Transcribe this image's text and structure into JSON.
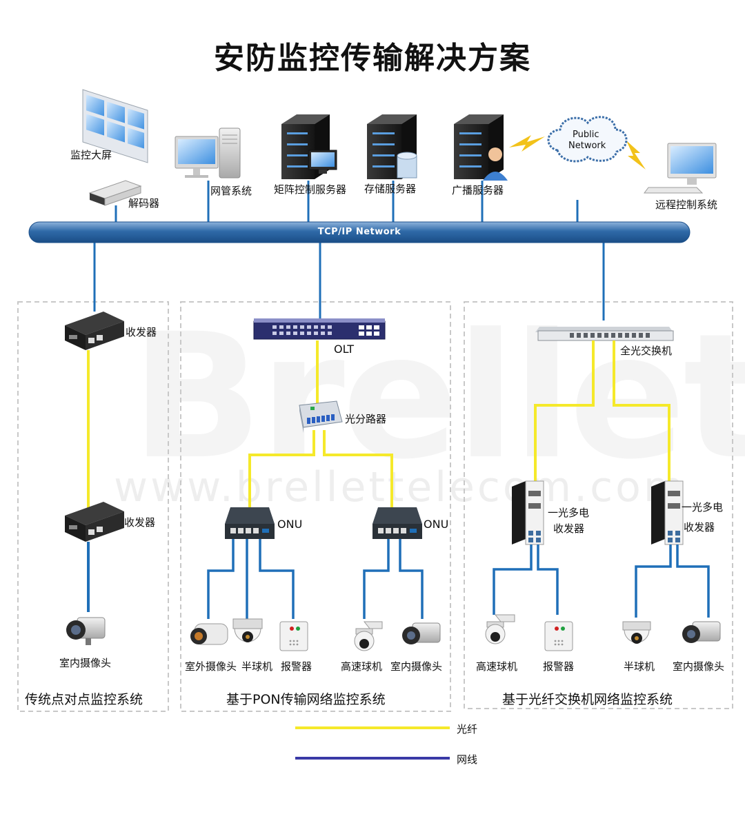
{
  "title": "安防监控传输解决方案",
  "watermark": {
    "logo": "Brellet",
    "url": "www.brellettelecom.com"
  },
  "network": {
    "label": "TCP/IP Network",
    "cloud": [
      "Public",
      "Network"
    ]
  },
  "top_devices": {
    "screen": "监控大屏",
    "decoder": "解码器",
    "nms": "网管系统",
    "matrix": "矩阵控制服务器",
    "storage": "存储服务器",
    "broadcast": "广播服务器",
    "remote": "远程控制系统"
  },
  "sections": {
    "p2p": {
      "title": "传统点对点监控系统",
      "transceiver_top": "收发器",
      "transceiver_bottom": "收发器",
      "camera": "室内摄像头"
    },
    "pon": {
      "title": "基于PON传输网络监控系统",
      "olt": "OLT",
      "splitter": "光分路器",
      "onu_left": "ONU",
      "onu_right": "ONU",
      "devices": [
        "室外摄像头",
        "半球机",
        "报警器",
        "高速球机",
        "室内摄像头"
      ]
    },
    "fiber": {
      "title": "基于光纤交换机网络监控系统",
      "switch": "全光交换机",
      "tx_left": [
        "一光多电",
        "收发器"
      ],
      "tx_right": [
        "一光多电",
        "收发器"
      ],
      "devices": [
        "高速球机",
        "报警器",
        "半球机",
        "室内摄像头"
      ]
    }
  },
  "legend": {
    "fiber": "光纤",
    "cable": "网线"
  },
  "colors": {
    "fiber": "#f5e92a",
    "cable": "#1f6fb8",
    "legend_cable": "#3a3aa6",
    "bus": "#2f6aa8",
    "dashed_border": "#c8c8c8"
  }
}
